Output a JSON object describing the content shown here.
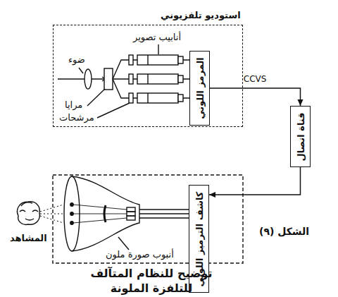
{
  "diagram": {
    "title": "توضيح للنظام المتآلف للتلفزة الملونة",
    "caption": "الشكل (٩)",
    "nodes": [
      {
        "text": [
          "استوديو تلفزيوني"
        ]
      },
      {
        "text": [
          "المرمز اللوني"
        ],
        "in": 0
      },
      {
        "text": [
          "قناة اتصال"
        ]
      },
      {
        "text": [
          "كاشف الترميز اللوني"
        ]
      }
    ],
    "edges": [
      {
        "from": 1,
        "to": 2,
        "label": "CCVS",
        "arrow": "to"
      },
      {
        "from": 2,
        "to": 3,
        "arrow": "to"
      }
    ],
    "labels": [
      "ضوء",
      "مرايا",
      "مرشحات",
      "أنابيب تصوير",
      "أنبوب صورة ملون",
      "المشاهد"
    ]
  }
}
